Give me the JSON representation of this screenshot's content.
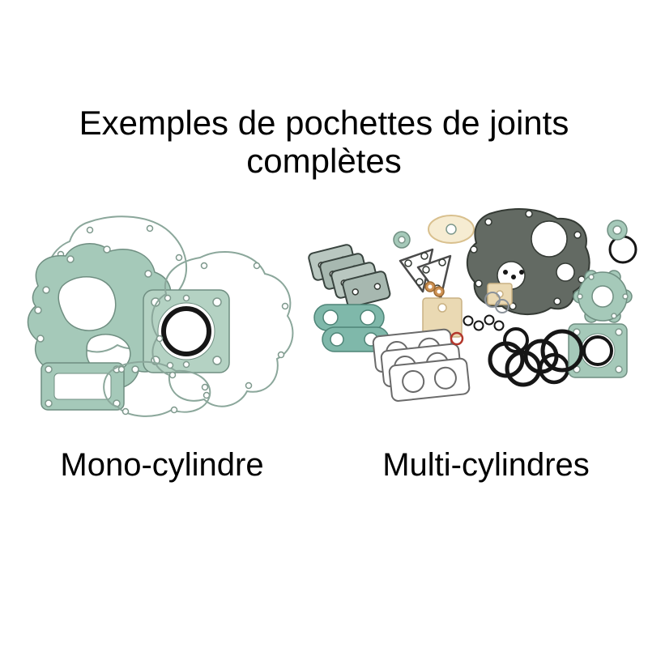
{
  "page": {
    "title_line1": "Exemples de pochettes de joints",
    "title_line2": "complètes"
  },
  "labels": {
    "left": "Mono-cylindre",
    "right": "Multi-cylindres"
  },
  "colors": {
    "text": "#000000",
    "gasket_teal": "#a5c9b9",
    "gasket_teal_light": "#b4d2c3",
    "gasket_teal_bright": "#7fb8aa",
    "gasket_dark": "#636a63",
    "gasket_beige": "#ead9b3",
    "gasket_cream": "#f6ecd2",
    "oring_black": "#161616",
    "oring_red": "#b3372b",
    "metal_gray": "#8b9299",
    "copper": "#cf9254"
  }
}
